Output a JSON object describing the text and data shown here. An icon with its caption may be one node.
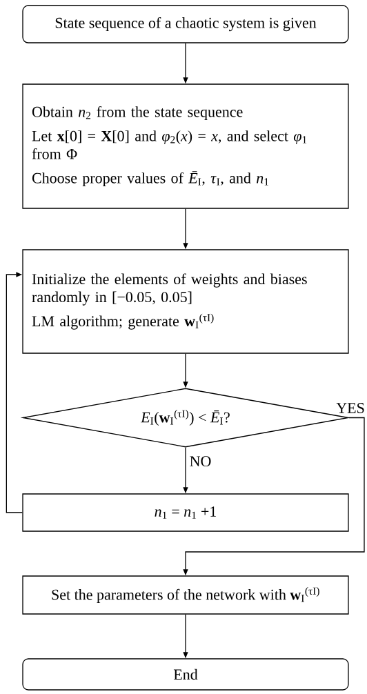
{
  "diagram": {
    "nodes": [
      {
        "text": [
          "State sequence of a chaotic system is given"
        ]
      },
      {
        "text": [
          "Obtain *n*$_{2}$ from the state sequence",
          "Let **x**[0] = **X**[0] and *φ*$_{2}$(*x*) = *x*, and select *φ*$_{1}$ from Φ",
          "Choose proper values of *Ē*$_{I}$, *τ*$_{I}$, and *n*$_{1}$"
        ]
      },
      {
        "text": [
          "Initialize the elements of weights and biases randomly in [−0.05, 0.05]",
          "LM algorithm; generate **w**$_{I}$$^{(τI)}$"
        ]
      },
      {
        "text": [
          "*E*$_{I}$(**w**$_{I}$$^{(τI)}$) < *Ē*$_{I}$?"
        ]
      },
      {
        "text": [
          "*n*$_{1}$ = *n*$_{1}$ +1"
        ]
      },
      {
        "text": [
          "Set the parameters of the network with **w**$_{I}$$^{(τI)}$"
        ]
      },
      {
        "text": [
          "End"
        ]
      }
    ],
    "edges": [
      {
        "from": 0,
        "to": 1,
        "arrow": "to"
      },
      {
        "from": 1,
        "to": 2,
        "arrow": "to"
      },
      {
        "from": 2,
        "to": 3,
        "arrow": "to"
      },
      {
        "from": 3,
        "to": 4,
        "arrow": "to",
        "label": "NO"
      },
      {
        "from": 4,
        "to": 2,
        "arrow": "to"
      },
      {
        "from": 3,
        "to": 5,
        "arrow": "to",
        "label": "YES"
      },
      {
        "from": 5,
        "to": 6,
        "arrow": "to"
      }
    ]
  }
}
